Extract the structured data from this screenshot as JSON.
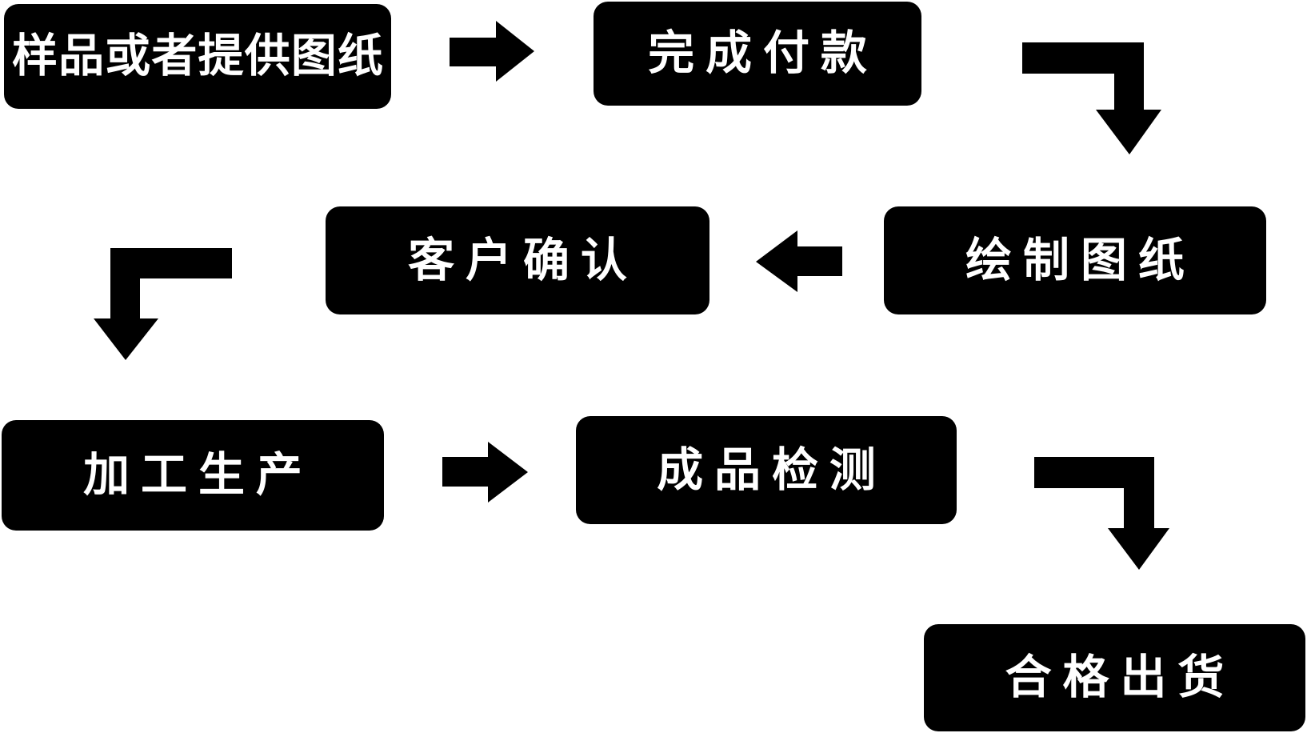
{
  "page": {
    "background_color": "#ffffff"
  },
  "flowchart": {
    "type": "process-flow-diagram",
    "node_background_color": "#000000",
    "node_text_color": "#ffffff",
    "arrow_color": "#000000",
    "nodes": [
      {
        "id": "sample",
        "label": "样品或者提供图纸"
      },
      {
        "id": "payment",
        "label": "完成付款"
      },
      {
        "id": "drawing",
        "label": "绘制图纸"
      },
      {
        "id": "confirm",
        "label": "客户确认"
      },
      {
        "id": "production",
        "label": "加工生产"
      },
      {
        "id": "inspection",
        "label": "成品检测"
      },
      {
        "id": "shipment",
        "label": "合格出货"
      }
    ],
    "edges": [
      {
        "from": "sample",
        "to": "payment",
        "shape": "straight-right"
      },
      {
        "from": "payment",
        "to": "drawing",
        "shape": "elbow-right-down"
      },
      {
        "from": "drawing",
        "to": "confirm",
        "shape": "straight-left"
      },
      {
        "from": "confirm",
        "to": "production",
        "shape": "elbow-left-down"
      },
      {
        "from": "production",
        "to": "inspection",
        "shape": "straight-right"
      },
      {
        "from": "inspection",
        "to": "shipment",
        "shape": "elbow-right-down"
      }
    ]
  }
}
